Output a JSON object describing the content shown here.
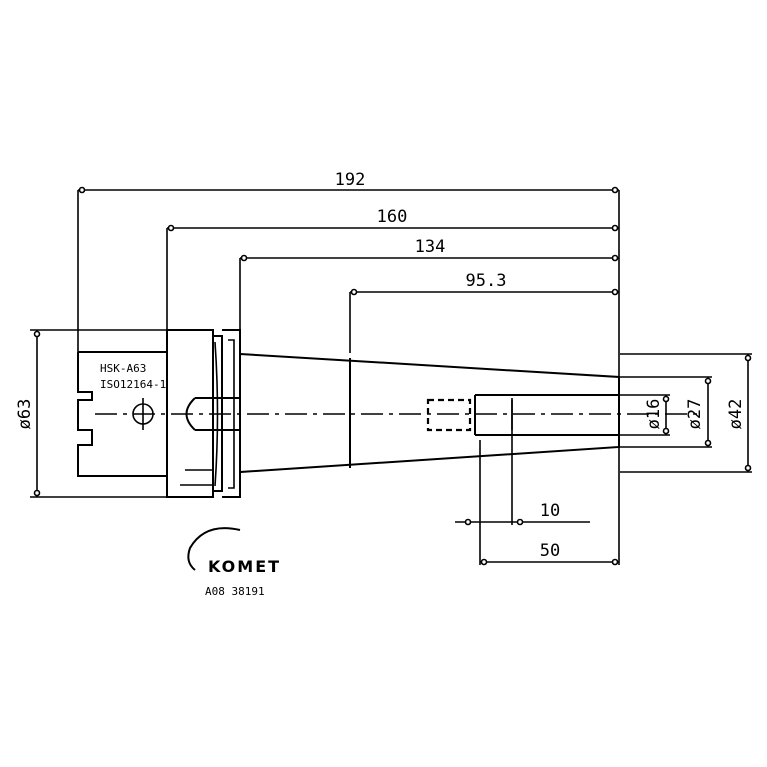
{
  "dimensions": {
    "overall_length": "192",
    "length_160": "160",
    "length_134": "134",
    "taper_length": "95.3",
    "hole_depth": "10",
    "hole_length": "50",
    "diameter_flange": "ø63",
    "diameter_bore": "ø16",
    "diameter_tip": "ø27",
    "diameter_base": "ø42"
  },
  "notes": {
    "interface": "HSK-A63",
    "standard": "ISO12164-1"
  },
  "brand": {
    "name": "KOMET",
    "part_number": "A08 38191"
  }
}
